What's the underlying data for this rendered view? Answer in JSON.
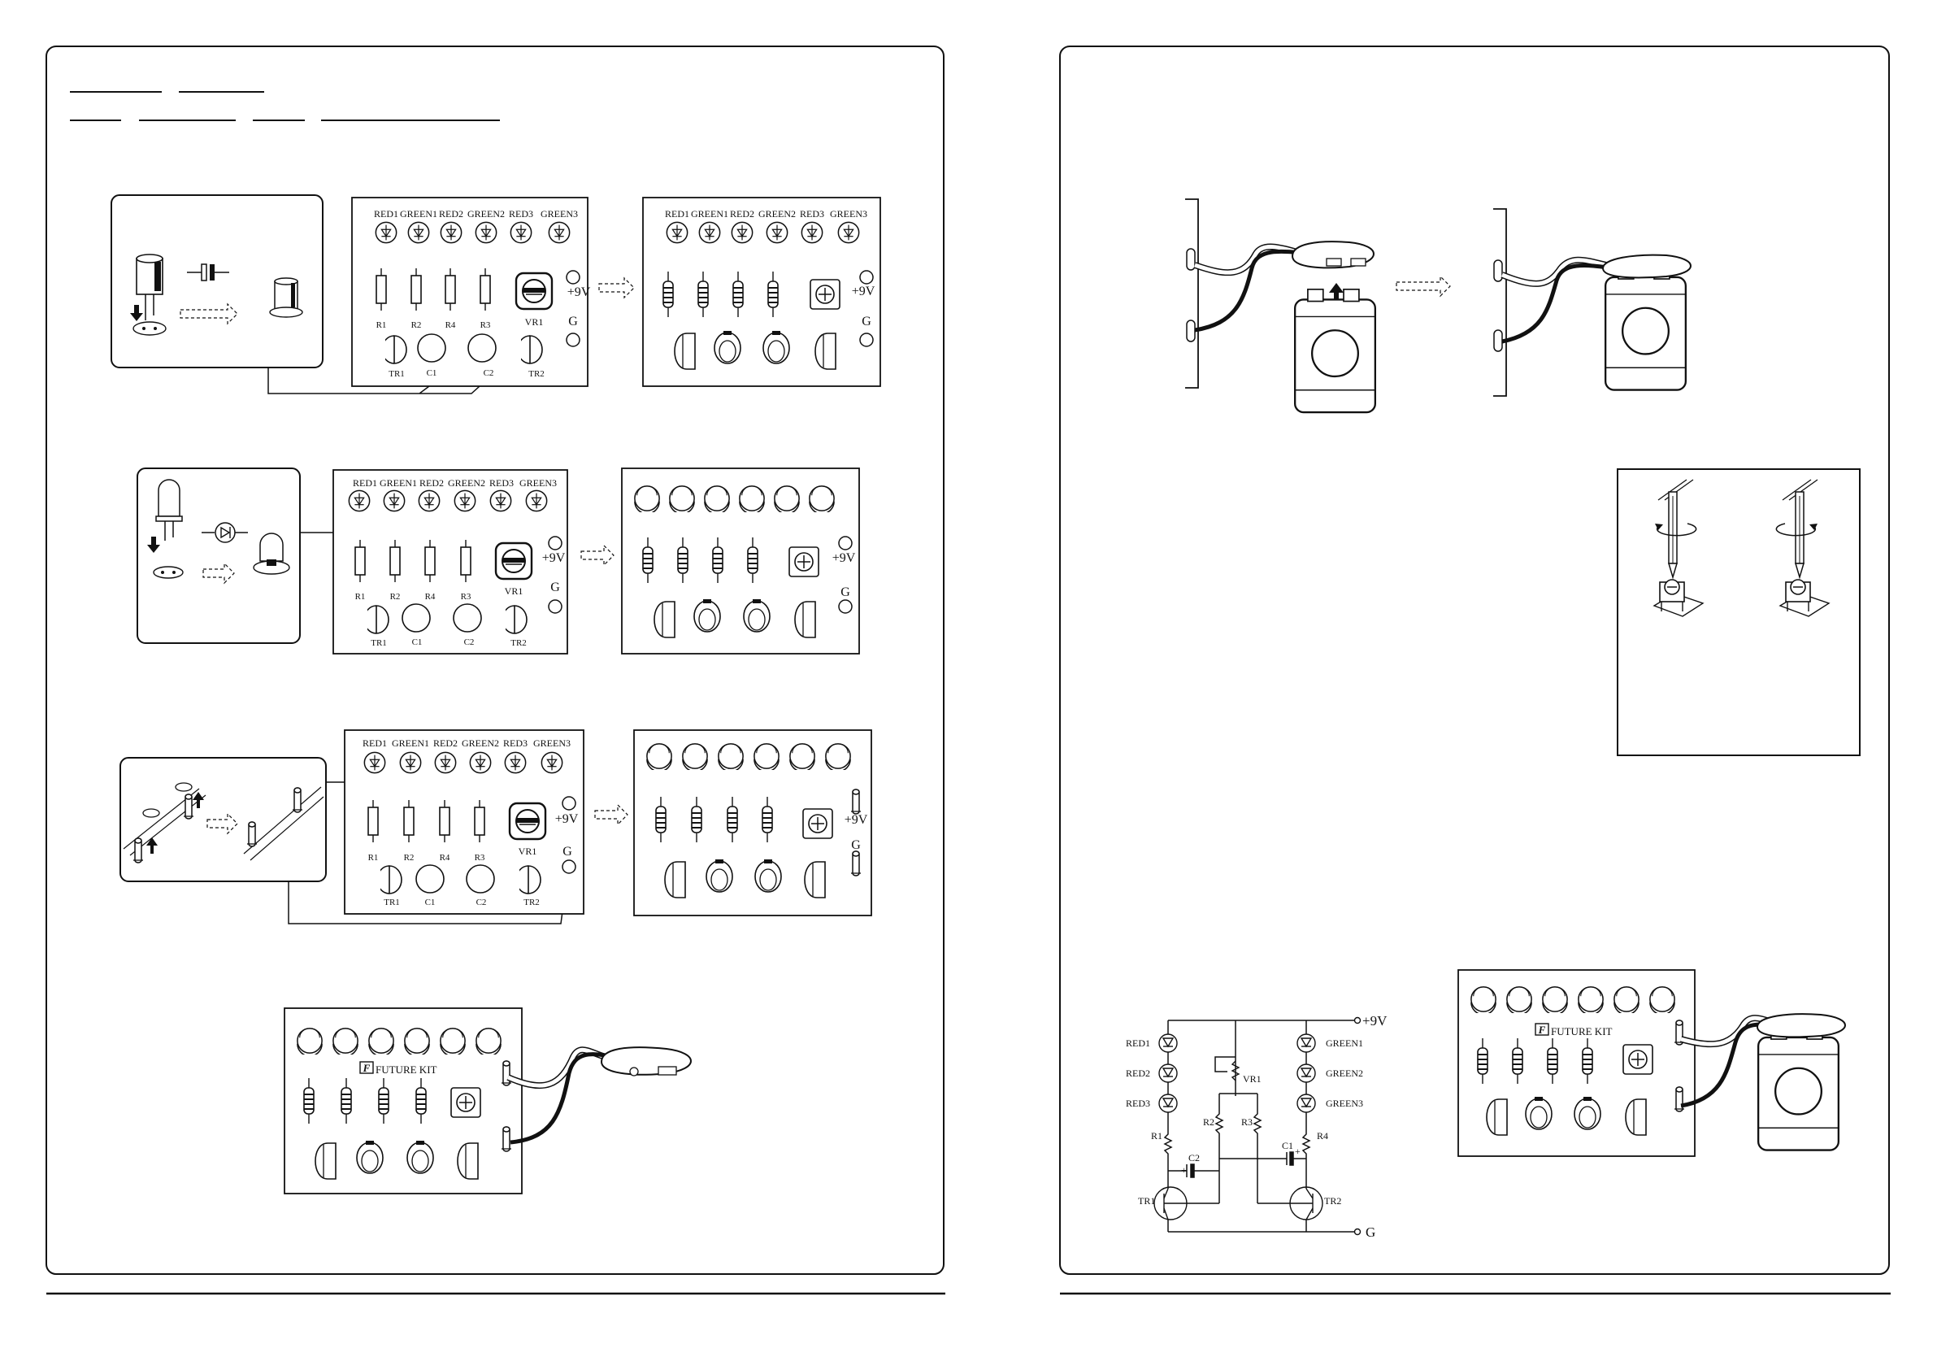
{
  "board": {
    "leds": [
      "RED1",
      "GREEN1",
      "RED2",
      "GREEN2",
      "RED3",
      "GREEN3"
    ],
    "resistors": [
      "R1",
      "R2",
      "R4",
      "R3"
    ],
    "trimmer": "VR1",
    "transistors": [
      "TR1",
      "TR2"
    ],
    "capacitors": [
      "C1",
      "C2"
    ],
    "power_pos": "+9V",
    "ground": "G",
    "logo_letter": "F",
    "brand": "FUTURE KIT"
  },
  "schematic": {
    "leds_left": [
      "RED1",
      "RED2",
      "RED3"
    ],
    "leds_right": [
      "GREEN1",
      "GREEN2",
      "GREEN3"
    ],
    "resistors": [
      "R1",
      "R2",
      "R3",
      "R4"
    ],
    "trimmer": "VR1",
    "capacitors": [
      "C1",
      "C2"
    ],
    "transistors": [
      "TR1",
      "TR2"
    ],
    "supply": "+9V",
    "ground": "G",
    "polarity": "+"
  }
}
